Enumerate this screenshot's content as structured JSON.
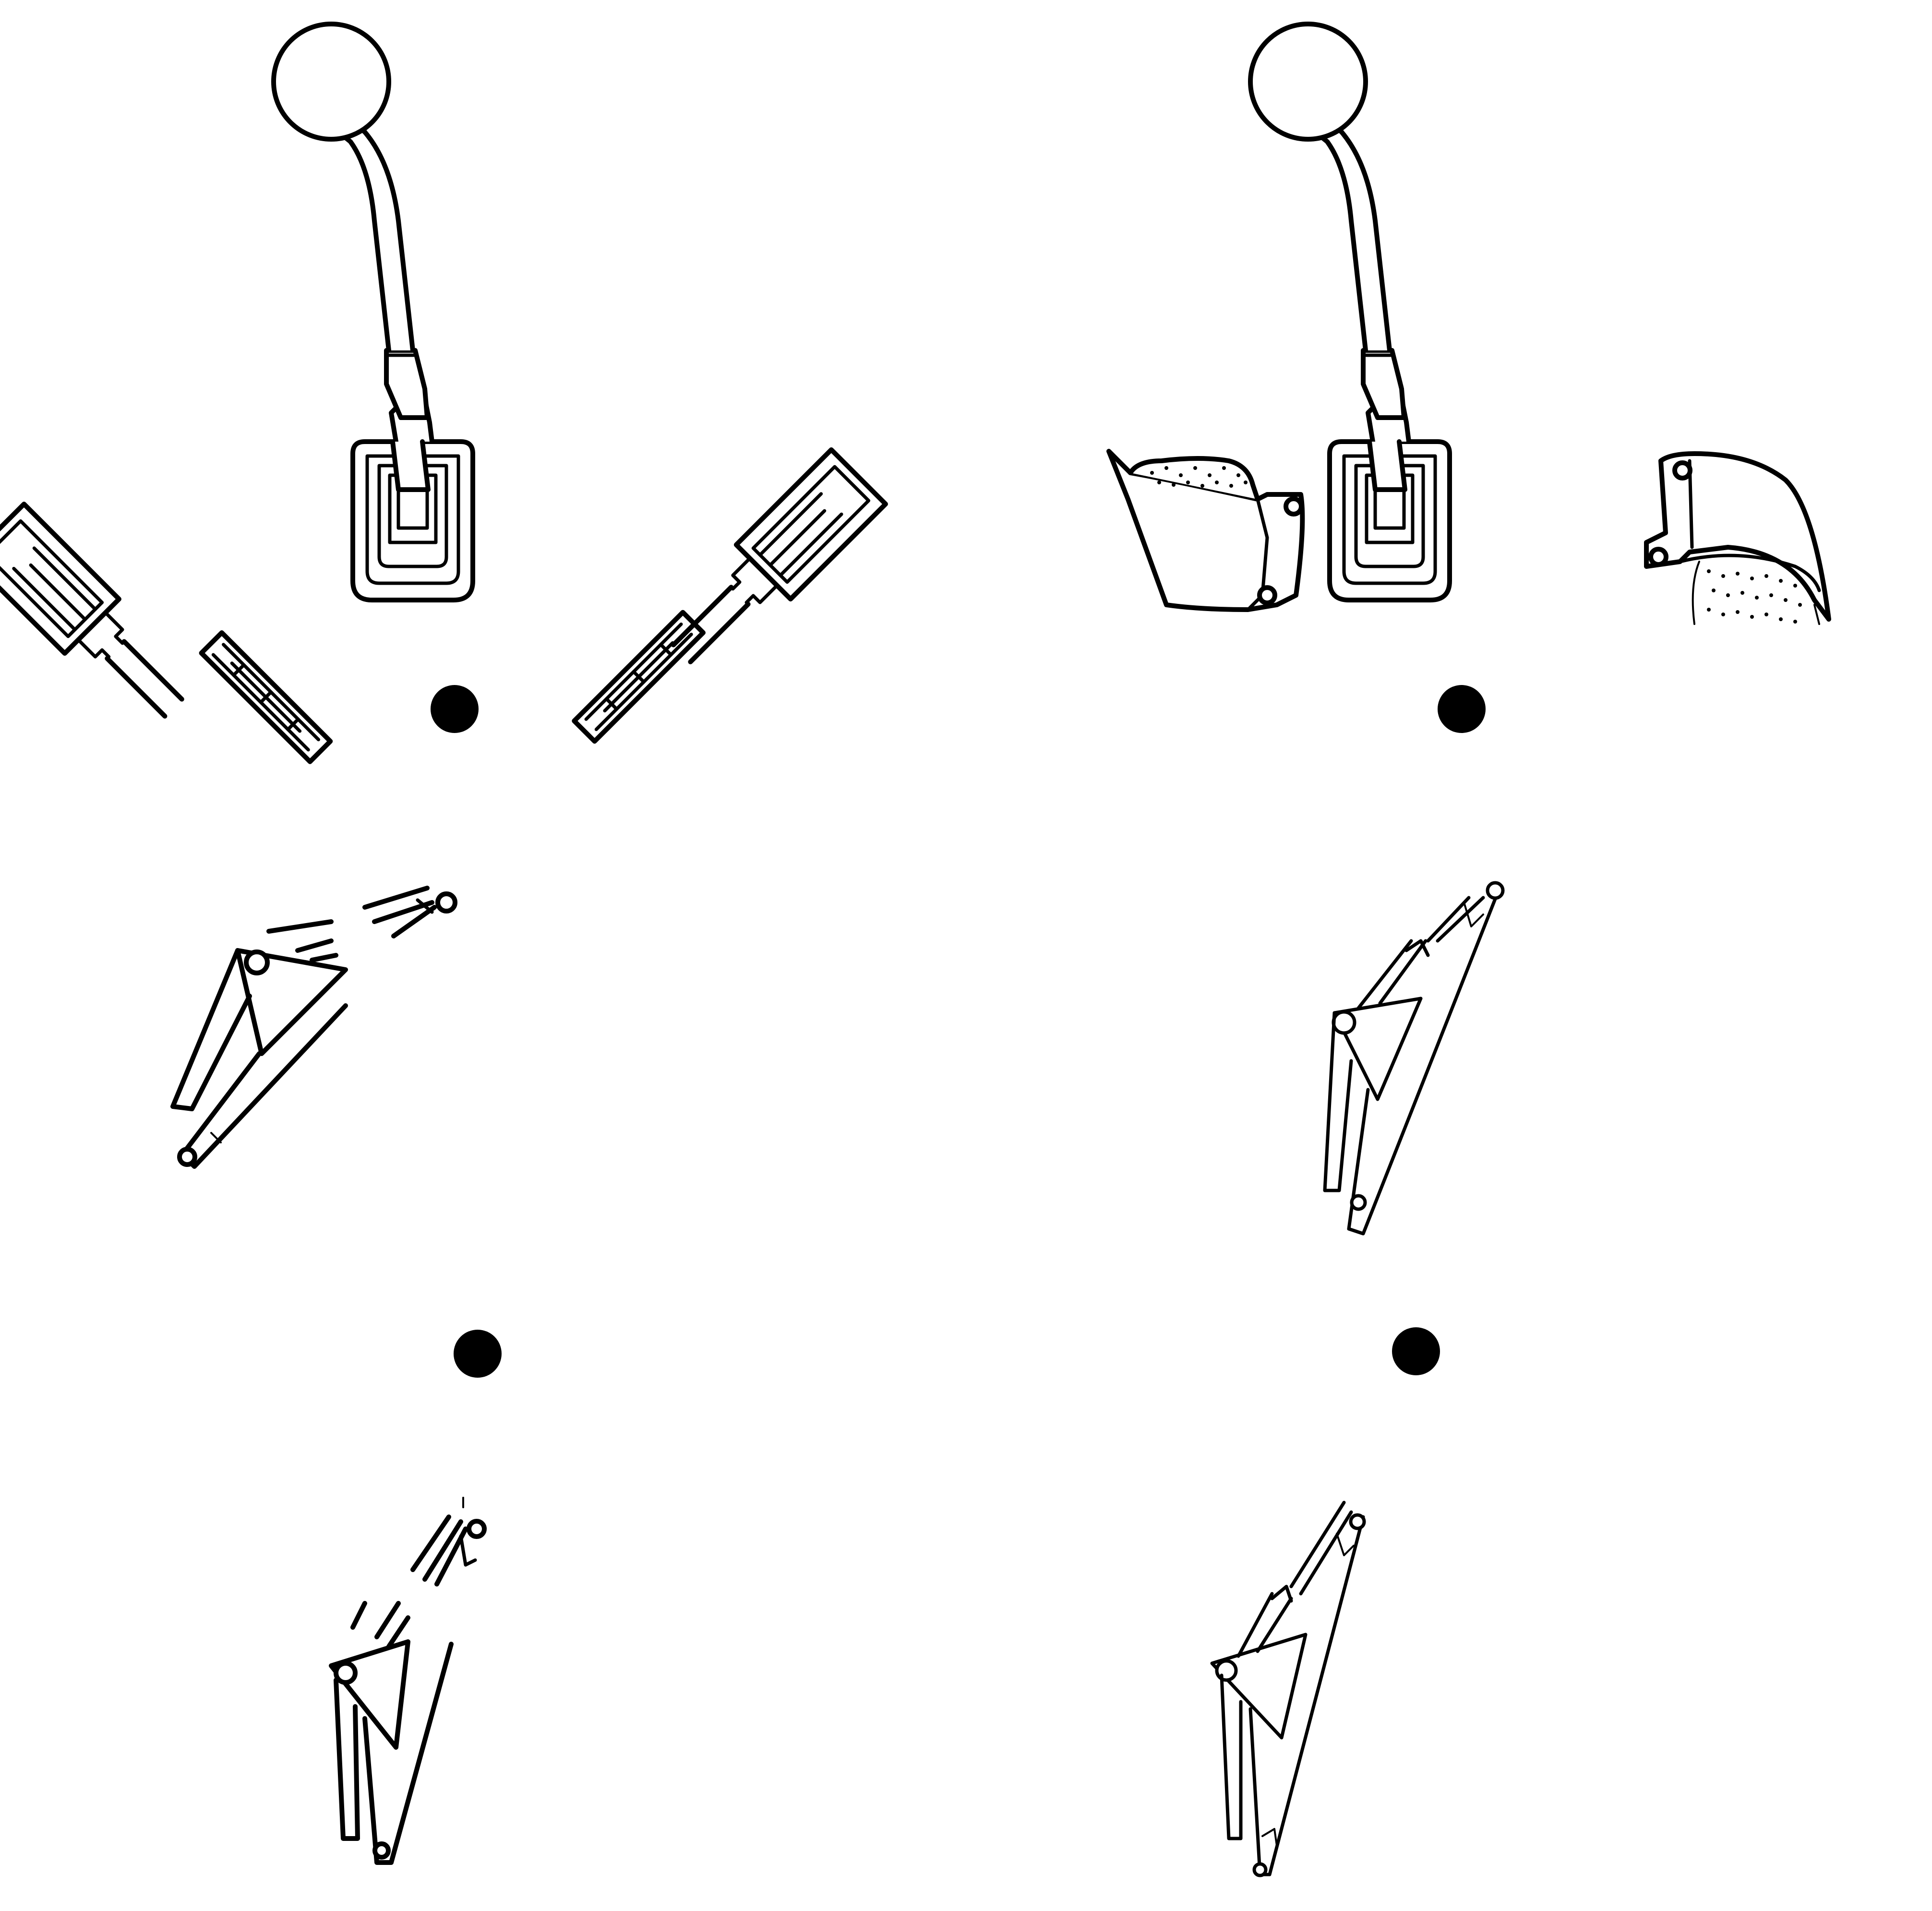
{
  "figure": {
    "colors": {
      "ink": "#000000",
      "paper": "#ffffff"
    },
    "panels": [
      {
        "id": "joystick-boom-arm",
        "icon": "joystick-lever-icon"
      },
      {
        "id": "joystick-bucket",
        "icon": "joystick-lever-icon"
      }
    ],
    "pivot_markers": 4,
    "icons": [
      "joystick-lever-icon",
      "hydraulic-cylinder-retract-icon",
      "hydraulic-cylinder-extend-icon",
      "bucket-curl-icon",
      "bucket-dump-icon",
      "boom-raise-icon",
      "boom-lower-icon",
      "arm-in-icon",
      "arm-out-icon"
    ]
  }
}
